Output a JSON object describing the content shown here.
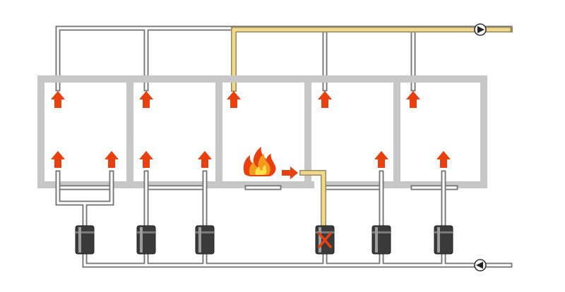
{
  "colors": {
    "background": "#ffffff",
    "pipe": "#777777",
    "wall": "#c7c7c7",
    "arrow": "#e8410f",
    "smoke": "#f0d98a",
    "fan": "#3a3a3a"
  },
  "rooms": [
    {
      "id": "room-1",
      "arrows": 3
    },
    {
      "id": "room-2",
      "arrows": 3
    },
    {
      "id": "room-3",
      "arrows": 1,
      "fire": true
    },
    {
      "id": "room-4",
      "arrows": 2
    },
    {
      "id": "room-5",
      "arrows": 2
    }
  ],
  "fans": [
    {
      "id": "fan-1",
      "disabled": false
    },
    {
      "id": "fan-2",
      "disabled": false
    },
    {
      "id": "fan-3",
      "disabled": false
    },
    {
      "id": "fan-4",
      "disabled": true,
      "icon": "x-mark-icon"
    },
    {
      "id": "fan-5",
      "disabled": false
    },
    {
      "id": "fan-6",
      "disabled": false
    }
  ],
  "icons": [
    "fire-icon",
    "flow-arrow-icon",
    "fan-icon",
    "pump-icon",
    "x-mark-icon"
  ]
}
